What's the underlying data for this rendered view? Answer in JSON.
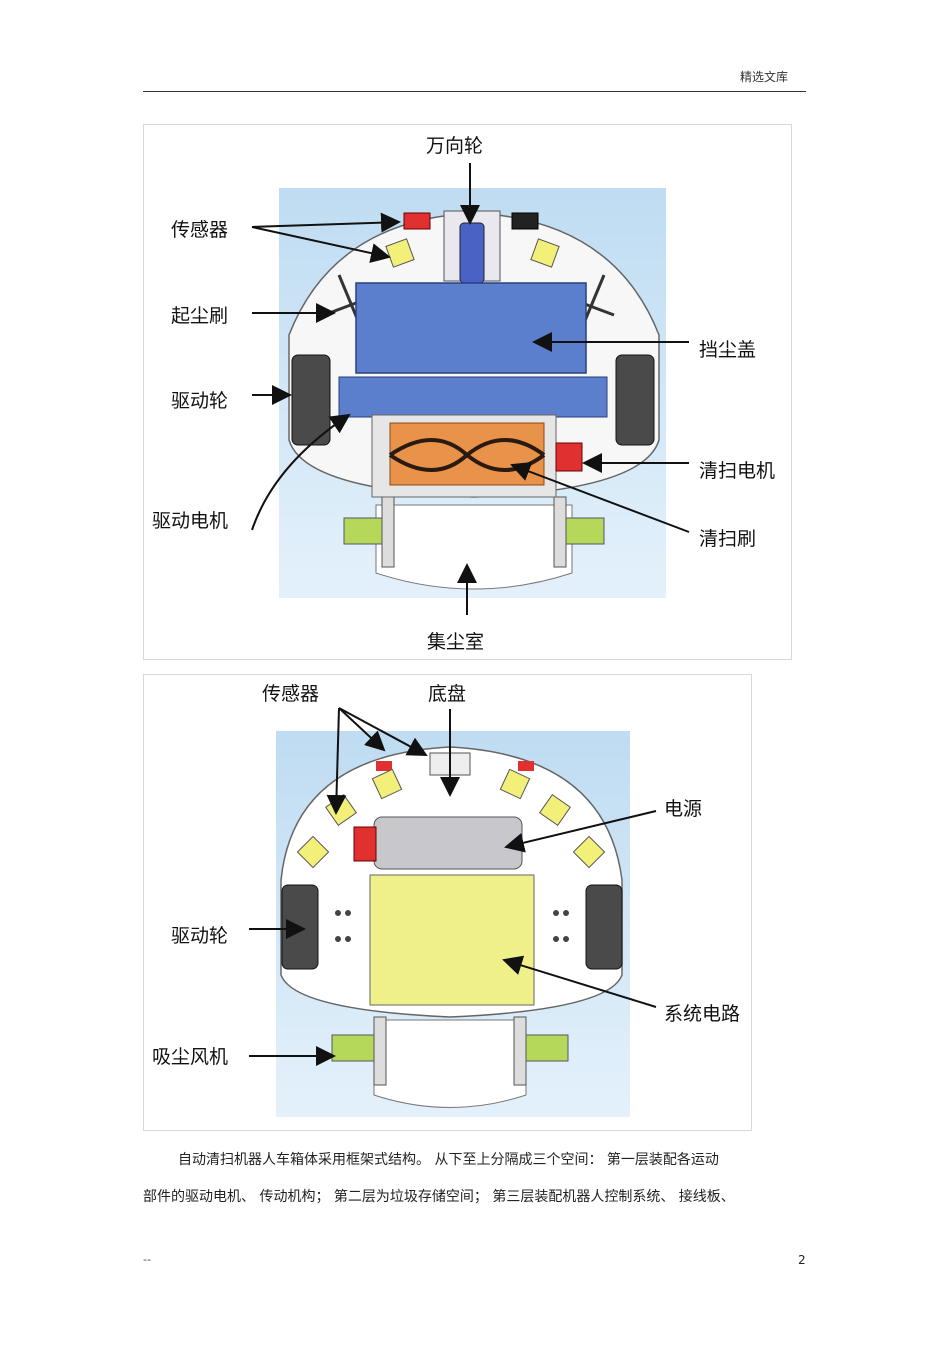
{
  "header": {
    "text": "精选文库"
  },
  "figure1": {
    "labels": {
      "caster_wheel": "万向轮",
      "sensor": "传感器",
      "side_brush": "起尘刷",
      "drive_wheel": "驱动轮",
      "drive_motor": "驱动电机",
      "dust_cover": "挡尘盖",
      "cleaning_motor": "清扫电机",
      "cleaning_brush": "清扫刷",
      "dust_chamber": "集尘室"
    }
  },
  "figure2": {
    "labels": {
      "sensor": "传感器",
      "chassis": "底盘",
      "power": "电源",
      "drive_wheel": "驱动轮",
      "system_circuit": "系统电路",
      "suction_fan": "吸尘风机"
    }
  },
  "body": {
    "para_line1": "自动清扫机器人车箱体采用框架式结构。 从下至上分隔成三个空间： 第一层装配各运动",
    "para_line2": "部件的驱动电机、 传动机构； 第二层为垃圾存储空间； 第三层装配机器人控制系统、 接线板、"
  },
  "footer": {
    "left": "--",
    "page_number": "2"
  },
  "colors": {
    "background_blue": "#cfe6f6",
    "cover_blue": "#5b7fcc",
    "yellow_board": "#f0f08a",
    "brush_orange": "#e8924a",
    "sensor_red": "#e03030",
    "sensor_yellow": "#f3f07a",
    "fan_green": "#b6d85a",
    "battery_gray": "#c8c8cc"
  }
}
